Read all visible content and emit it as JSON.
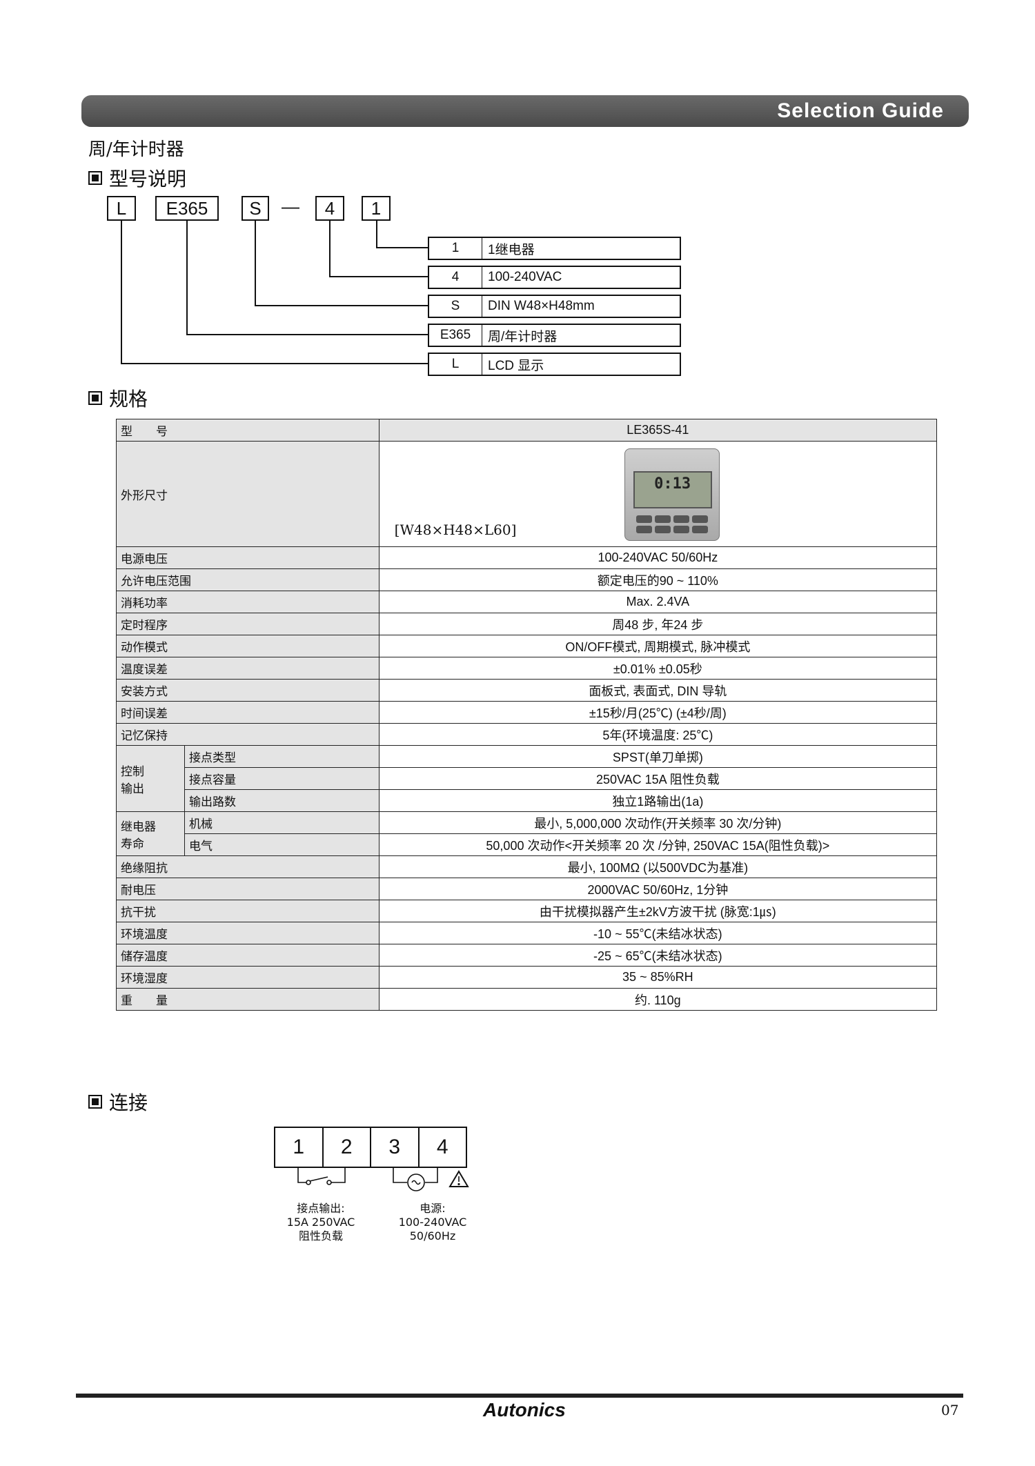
{
  "banner": {
    "title": "Selection Guide"
  },
  "page_subtitle": "周/年计时器",
  "sections": {
    "model": "型号说明",
    "spec": "规格",
    "connection": "连接"
  },
  "model_code": [
    "L",
    "E365",
    "S",
    "—",
    "4",
    "1"
  ],
  "model_legend": [
    {
      "key": "1",
      "value": "1继电器"
    },
    {
      "key": "4",
      "value": "100-240VAC"
    },
    {
      "key": "S",
      "value": "DIN W48×H48mm"
    },
    {
      "key": "E365",
      "value": "周/年计时器"
    },
    {
      "key": "L",
      "value": "LCD 显示"
    }
  ],
  "spec": {
    "model_label": "型　　号",
    "model_value": "LE365S-41",
    "dimension_label": "外形尺寸",
    "dimension_value": "[W48×H48×L60]",
    "product_display": "0:13",
    "rows": [
      {
        "label": "电源电压",
        "value": "100-240VAC 50/60Hz"
      },
      {
        "label": "允许电压范围",
        "value": "额定电压的90 ~ 110%"
      },
      {
        "label": "消耗功率",
        "value": "Max. 2.4VA"
      },
      {
        "label": "定时程序",
        "value": "周48 步, 年24 步"
      },
      {
        "label": "动作模式",
        "value": "ON/OFF模式, 周期模式, 脉冲模式"
      },
      {
        "label": "温度误差",
        "value": "±0.01% ±0.05秒"
      },
      {
        "label": "安装方式",
        "value": "面板式, 表面式, DIN 导轨"
      },
      {
        "label": "时间误差",
        "value": "±15秒/月(25℃) (±4秒/周)"
      },
      {
        "label": "记忆保持",
        "value": "5年(环境温度: 25℃)"
      }
    ],
    "control_output": {
      "label": "控制\n输出",
      "rows": [
        {
          "label": "接点类型",
          "value": "SPST(单刀单掷)"
        },
        {
          "label": "接点容量",
          "value": "250VAC 15A 阻性负载"
        },
        {
          "label": "输出路数",
          "value": "独立1路输出(1a)"
        }
      ]
    },
    "relay_life": {
      "label": "继电器\n寿命",
      "rows": [
        {
          "label": "机械",
          "value": "最小, 5,000,000 次动作(开关频率 30 次/分钟)"
        },
        {
          "label": "电气",
          "value": "50,000 次动作<开关频率 20 次 /分钟, 250VAC 15A(阻性负载)>"
        }
      ]
    },
    "rows2": [
      {
        "label": "绝缘阻抗",
        "value": "最小, 100MΩ (以500VDC为基准)"
      },
      {
        "label": "耐电压",
        "value": "2000VAC 50/60Hz, 1分钟"
      },
      {
        "label": "抗干扰",
        "value": "由干扰模拟器产生±2kV方波干扰 (脉宽:1㎲)"
      },
      {
        "label": "环境温度",
        "value": "-10 ~ 55℃(未结冰状态)"
      },
      {
        "label": "储存温度",
        "value": "-25 ~ 65℃(未结冰状态)"
      },
      {
        "label": "环境湿度",
        "value": "35 ~ 85%RH"
      },
      {
        "label": "重　　量",
        "value": "约. 110g"
      }
    ]
  },
  "connection": {
    "terminals": [
      "1",
      "2",
      "3",
      "4"
    ],
    "contact_note": [
      "接点输出:",
      "15A 250VAC",
      "阻性负载"
    ],
    "power_note": [
      "电源:",
      "100-240VAC",
      "50/60Hz"
    ]
  },
  "footer": {
    "brand": "Autonics",
    "page": "07"
  }
}
